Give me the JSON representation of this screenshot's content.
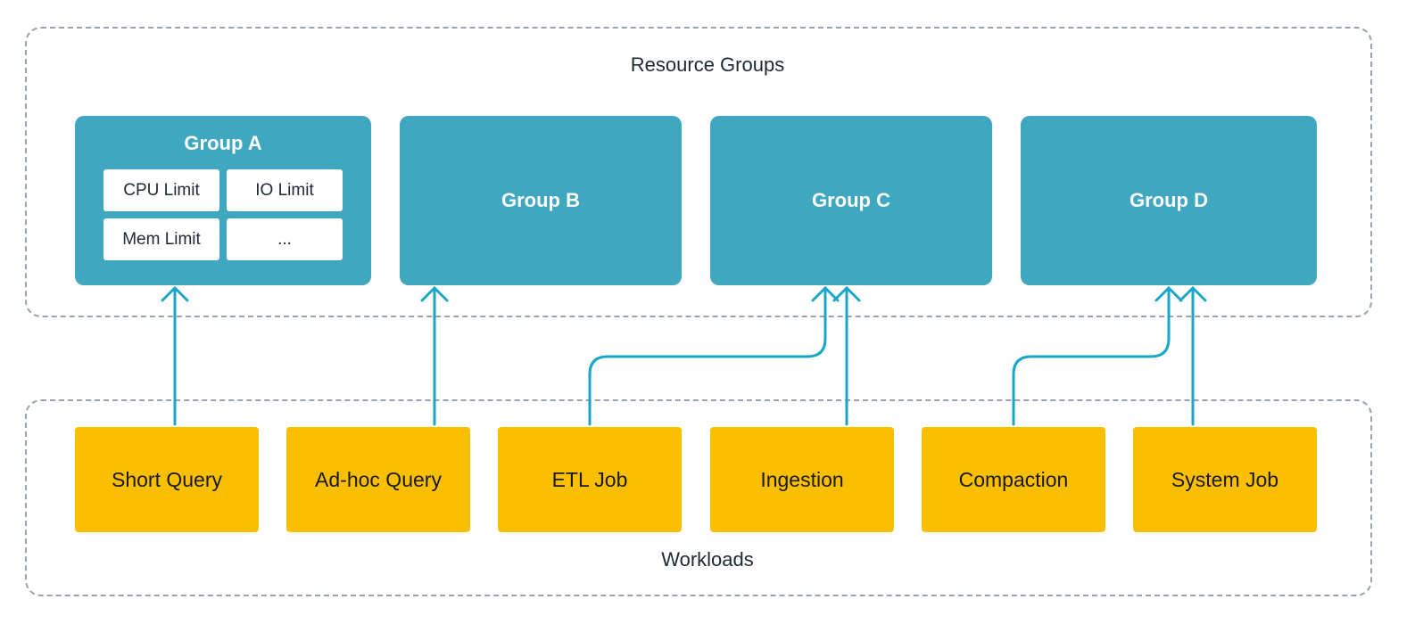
{
  "resource_groups": {
    "title": "Resource Groups",
    "groups": [
      {
        "name": "Group A",
        "limits": [
          "CPU Limit",
          "IO Limit",
          "Mem Limit",
          "..."
        ]
      },
      {
        "name": "Group B"
      },
      {
        "name": "Group C"
      },
      {
        "name": "Group D"
      }
    ]
  },
  "workloads": {
    "title": "Workloads",
    "items": [
      "Short Query",
      "Ad-hoc Query",
      "ETL Job",
      "Ingestion",
      "Compaction",
      "System Job"
    ]
  },
  "mappings": [
    {
      "from": "Short Query",
      "to": "Group A"
    },
    {
      "from": "Ad-hoc Query",
      "to": "Group B"
    },
    {
      "from": "ETL Job",
      "to": "Group C"
    },
    {
      "from": "Ingestion",
      "to": "Group C"
    },
    {
      "from": "Compaction",
      "to": "Group D"
    },
    {
      "from": "System Job",
      "to": "Group D"
    }
  ],
  "colors": {
    "group_fill": "#3fa7c0",
    "workload_fill": "#f9bf00",
    "arrow": "#1aa6c8",
    "panel_border": "#9aa3ad"
  }
}
